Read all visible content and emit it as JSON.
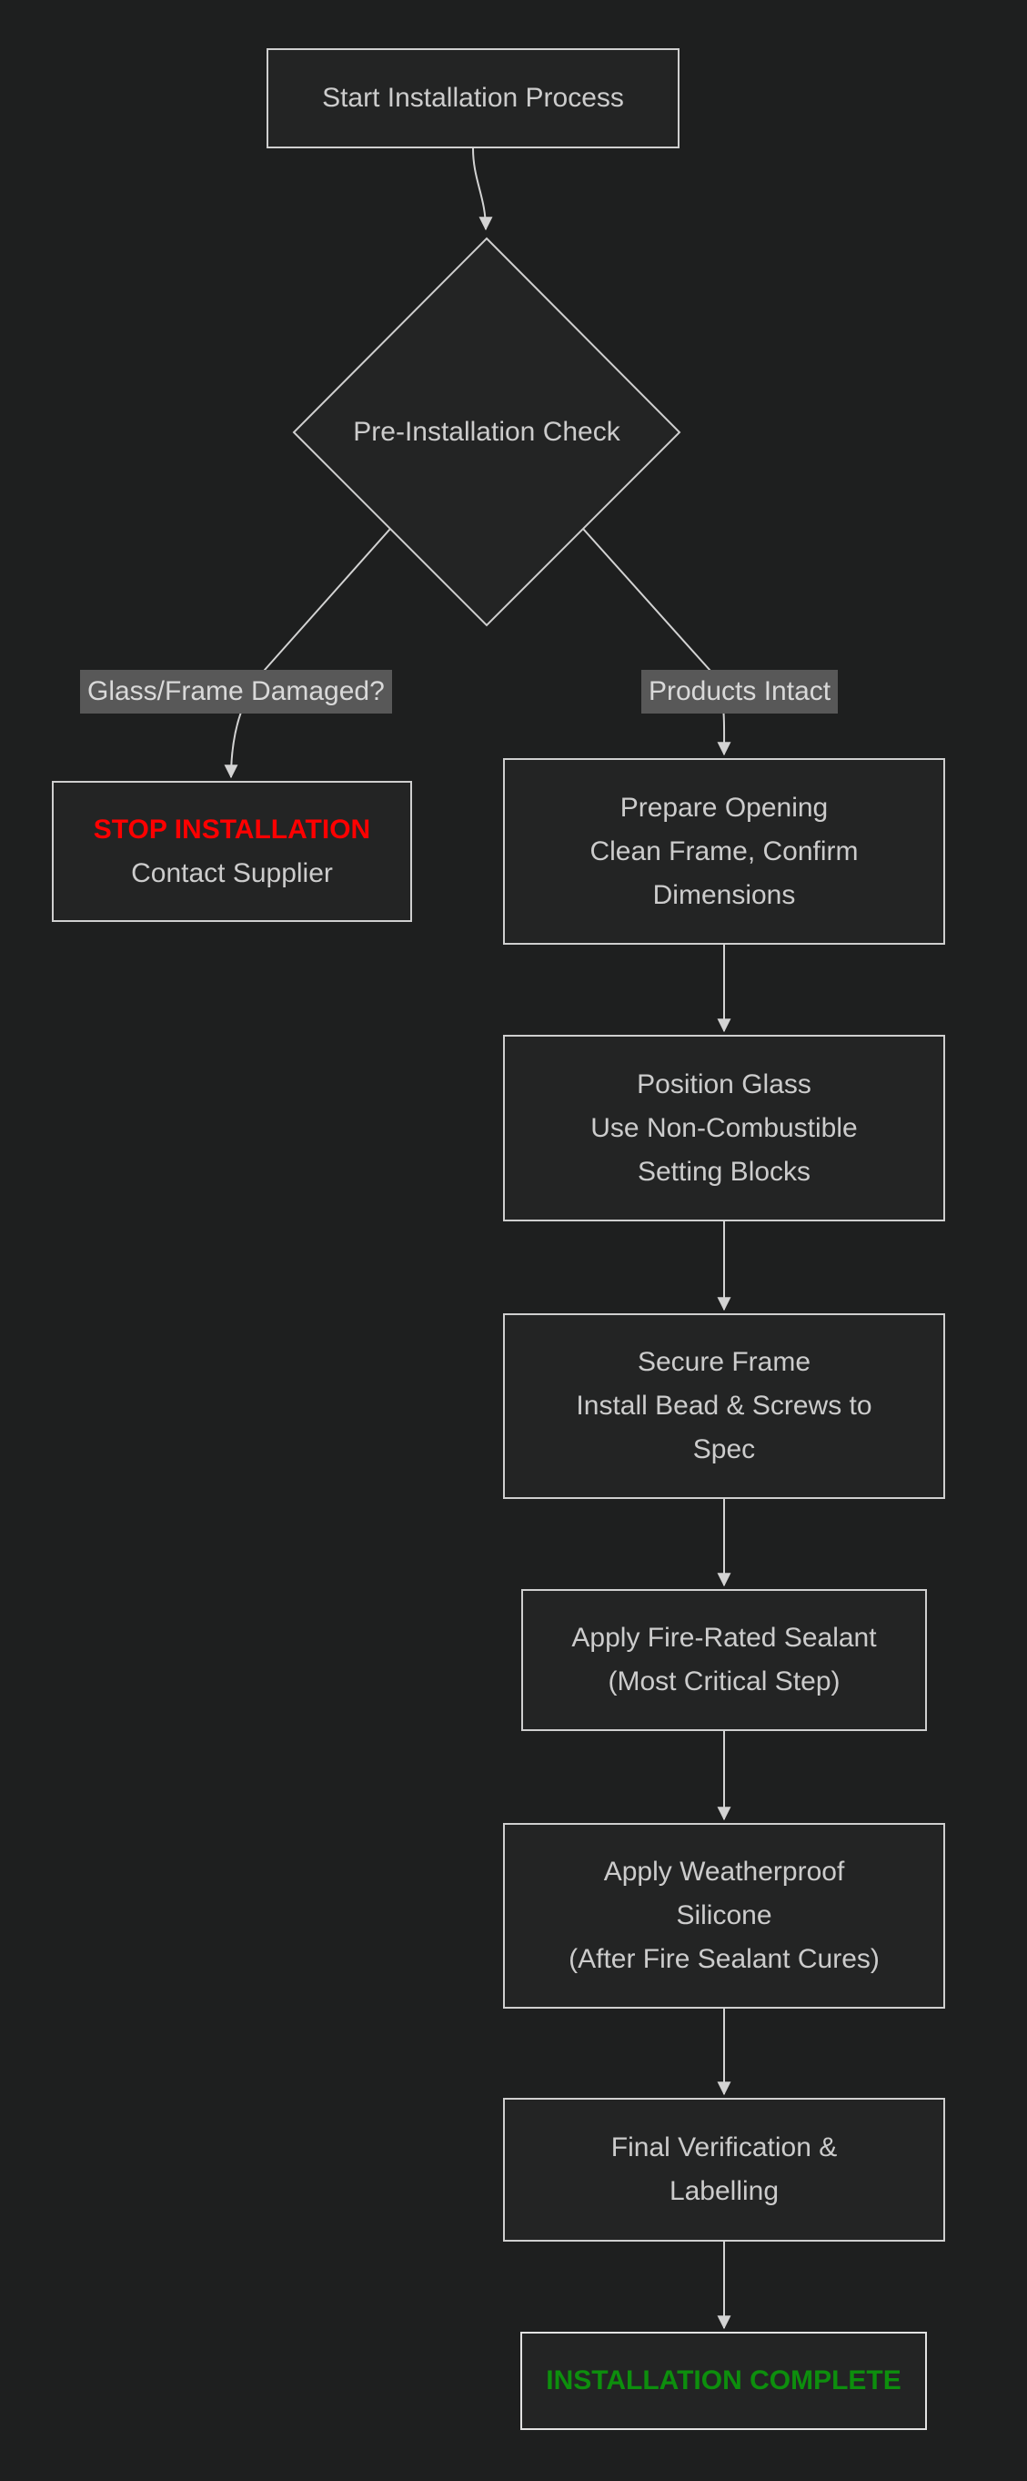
{
  "flowchart": {
    "nodes": {
      "start": {
        "label": "Start Installation Process"
      },
      "check": {
        "label": "Pre-Installation Check"
      },
      "stop": {
        "lines": [
          "STOP INSTALLATION",
          "Contact Supplier"
        ]
      },
      "prepare": {
        "lines": [
          "Prepare Opening",
          "Clean Frame, Confirm",
          "Dimensions"
        ]
      },
      "position": {
        "lines": [
          "Position Glass",
          "Use Non-Combustible",
          "Setting Blocks"
        ]
      },
      "secure": {
        "lines": [
          "Secure Frame",
          "Install Bead & Screws to",
          "Spec"
        ]
      },
      "sealant": {
        "lines": [
          "Apply Fire-Rated Sealant",
          "(Most Critical Step)"
        ]
      },
      "silicone": {
        "lines": [
          "Apply Weatherproof",
          "Silicone",
          "(After Fire Sealant Cures)"
        ]
      },
      "verify": {
        "lines": [
          "Final Verification &",
          "Labelling"
        ]
      },
      "complete": {
        "label": "INSTALLATION COMPLETE"
      }
    },
    "edge_labels": {
      "damaged": "Glass/Frame Damaged?",
      "intact": "Products Intact"
    },
    "colors": {
      "background": "#1e1f1f",
      "node_fill": "#232424",
      "node_border": "#cfcfcf",
      "node_text": "#cccccc",
      "edge_line": "#d3d3d3",
      "edge_label_bg": "#585858",
      "edge_label_text": "#d9d9d9",
      "stop_text": "#ff0000",
      "complete_text": "#0d8f0d"
    }
  }
}
